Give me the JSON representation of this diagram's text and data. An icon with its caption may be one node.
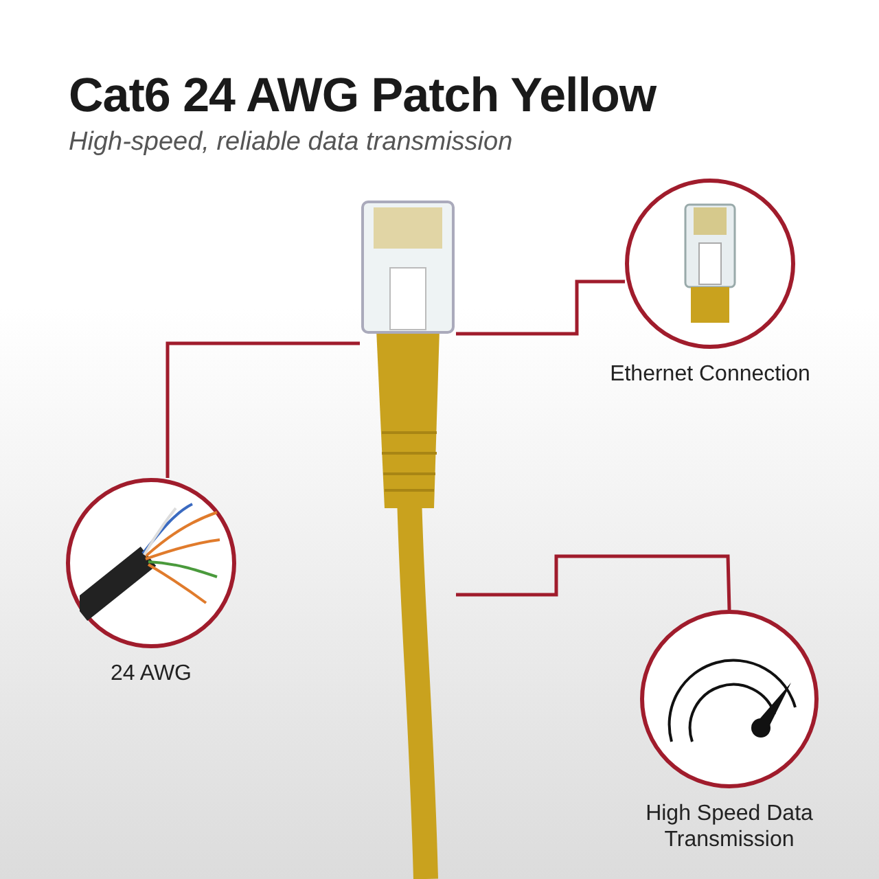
{
  "diagram": {
    "title": "Cat6 24 AWG Patch Yellow",
    "nodes": [
      {
        "text": [],
        "shape": "picture"
      },
      {
        "text": [
          "Ethernet Connection"
        ]
      },
      {
        "text": [
          "24 AWG"
        ]
      },
      {
        "text": [
          "High Speed Data Transmission"
        ]
      }
    ],
    "edges": [
      {
        "from": 0,
        "to": 1,
        "arrow": "none"
      },
      {
        "from": 0,
        "to": 2,
        "arrow": "none"
      },
      {
        "from": 0,
        "to": 3,
        "arrow": "none"
      }
    ],
    "labels": [
      "High-speed, reliable data transmission"
    ]
  }
}
